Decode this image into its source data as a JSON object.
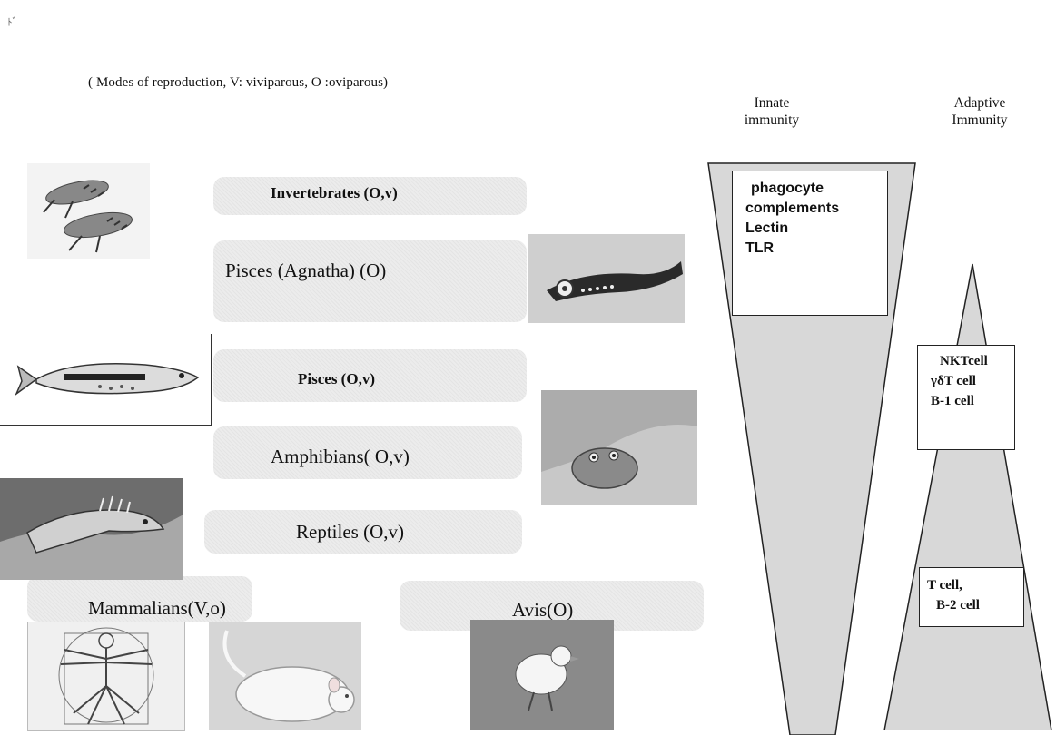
{
  "corner_mark": "ﾄﾞ",
  "caption": "( Modes of reproduction, V: viviparous,   O :oviparous)",
  "headers": {
    "innate": [
      "Innate",
      "immunity"
    ],
    "adaptive": [
      "Adaptive",
      "Immunity"
    ]
  },
  "tiers": [
    {
      "label": "Invertebrates (O,v)"
    },
    {
      "label": "Pisces (Agnatha)   (O)"
    },
    {
      "label": "Pisces  (O,v)"
    },
    {
      "label": "Amphibians( O,v)"
    },
    {
      "label": "Reptiles (O,v)"
    }
  ],
  "bottom_labels": {
    "mammalians": "Mammalians(V,o)",
    "avis": "Avis(O)"
  },
  "innate_box": [
    "phagocyte",
    "complements",
    "Lectin",
    "TLR"
  ],
  "adaptive_box_upper": [
    "NKTcell",
    "γδT cell",
    "B-1 cell"
  ],
  "adaptive_box_lower": [
    "T cell,",
    "B-2 cell"
  ]
}
